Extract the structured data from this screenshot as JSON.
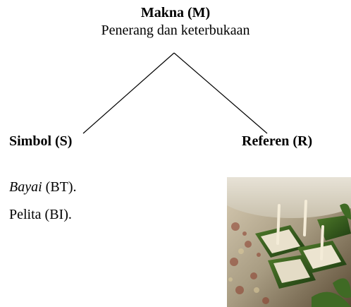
{
  "meaning": {
    "title": "Makna (M)",
    "description": "Penerang dan keterbukaan"
  },
  "symbol": {
    "title": "Simbol (S)",
    "examples": [
      {
        "term": "Bayai",
        "rest": " (BT)."
      },
      {
        "term": "Pelita (BI).",
        "rest": ""
      }
    ]
  },
  "referent": {
    "title": "Referen (R)",
    "image": "photo of small leaf-wrapped cups with candles (pelita) on a patterned cloth"
  }
}
